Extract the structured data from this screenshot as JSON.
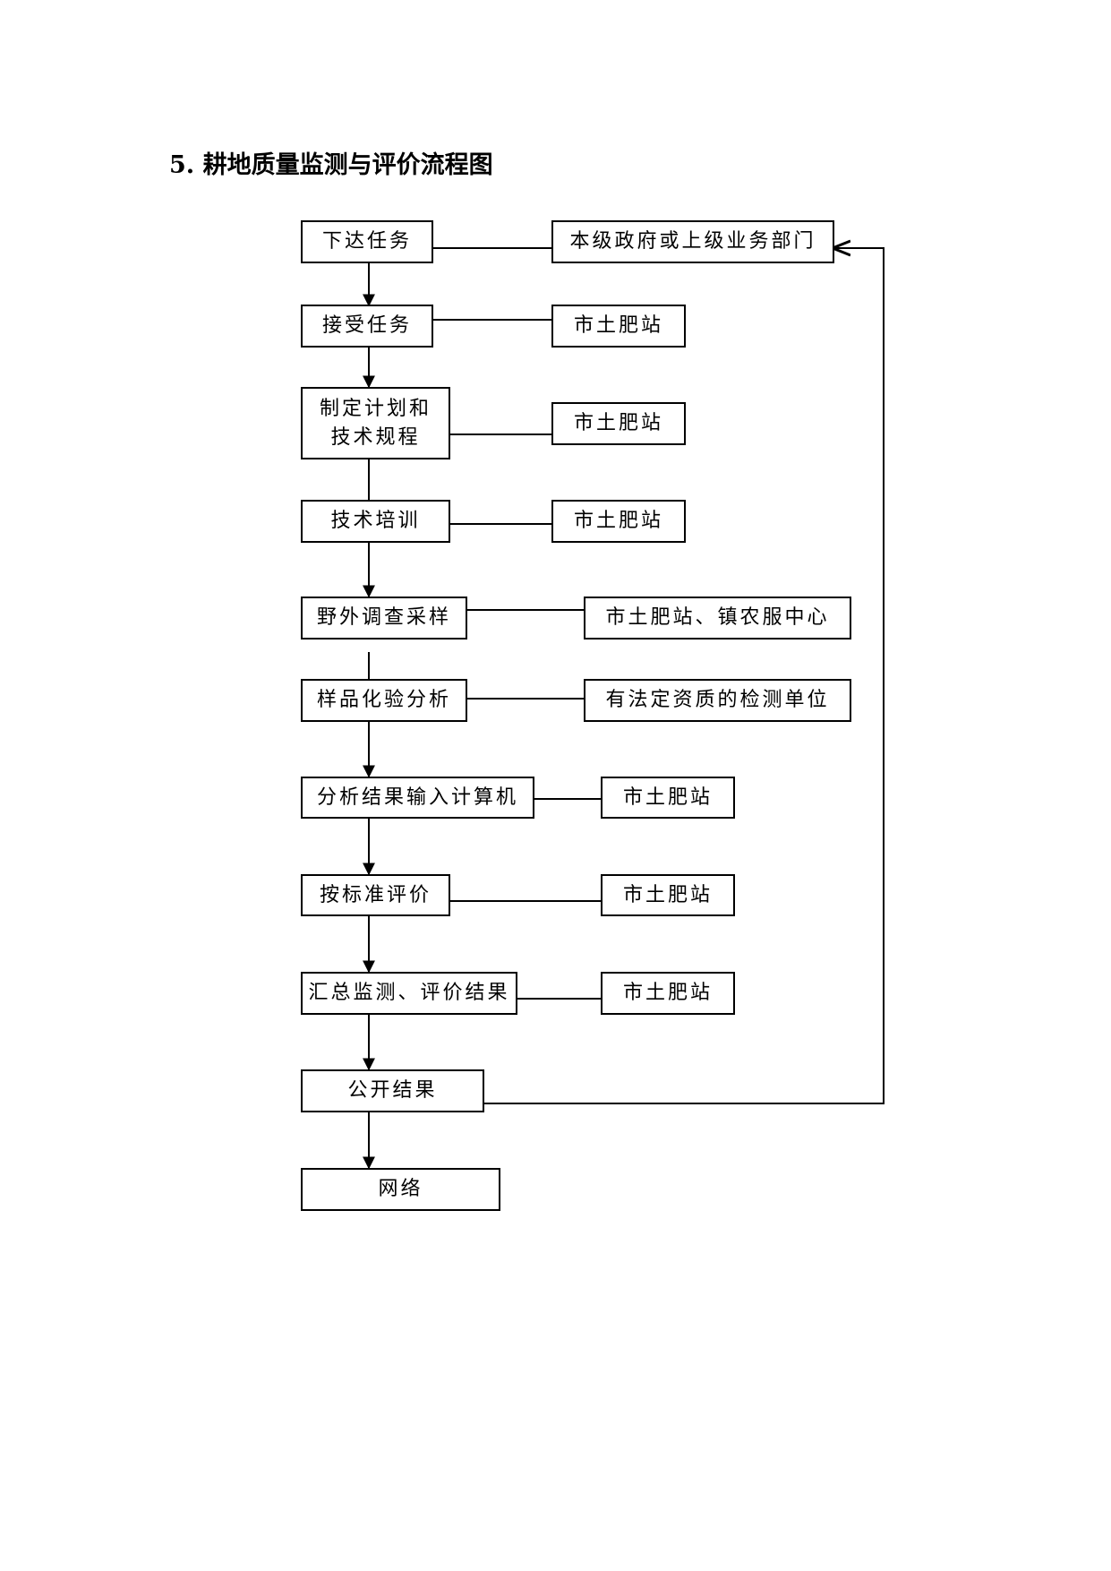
{
  "title": "5. 耕地质量监测与评价流程图",
  "steps": [
    {
      "label": "下达任务",
      "org": "本级政府或上级业务部门"
    },
    {
      "label": "接受任务",
      "org": "市土肥站"
    },
    {
      "label": "制定计划和\n技术规程",
      "org": "市土肥站"
    },
    {
      "label": "技术培训",
      "org": "市土肥站"
    },
    {
      "label": "野外调查采样",
      "org": "市土肥站、镇农服中心"
    },
    {
      "label": "样品化验分析",
      "org": "有法定资质的检测单位"
    },
    {
      "label": "分析结果输入计算机",
      "org": "市土肥站"
    },
    {
      "label": "按标准评价",
      "org": "市土肥站"
    },
    {
      "label": "汇总监测、评价结果",
      "org": "市土肥站"
    },
    {
      "label": "公开结果",
      "org": ""
    },
    {
      "label": "网络",
      "org": ""
    }
  ]
}
